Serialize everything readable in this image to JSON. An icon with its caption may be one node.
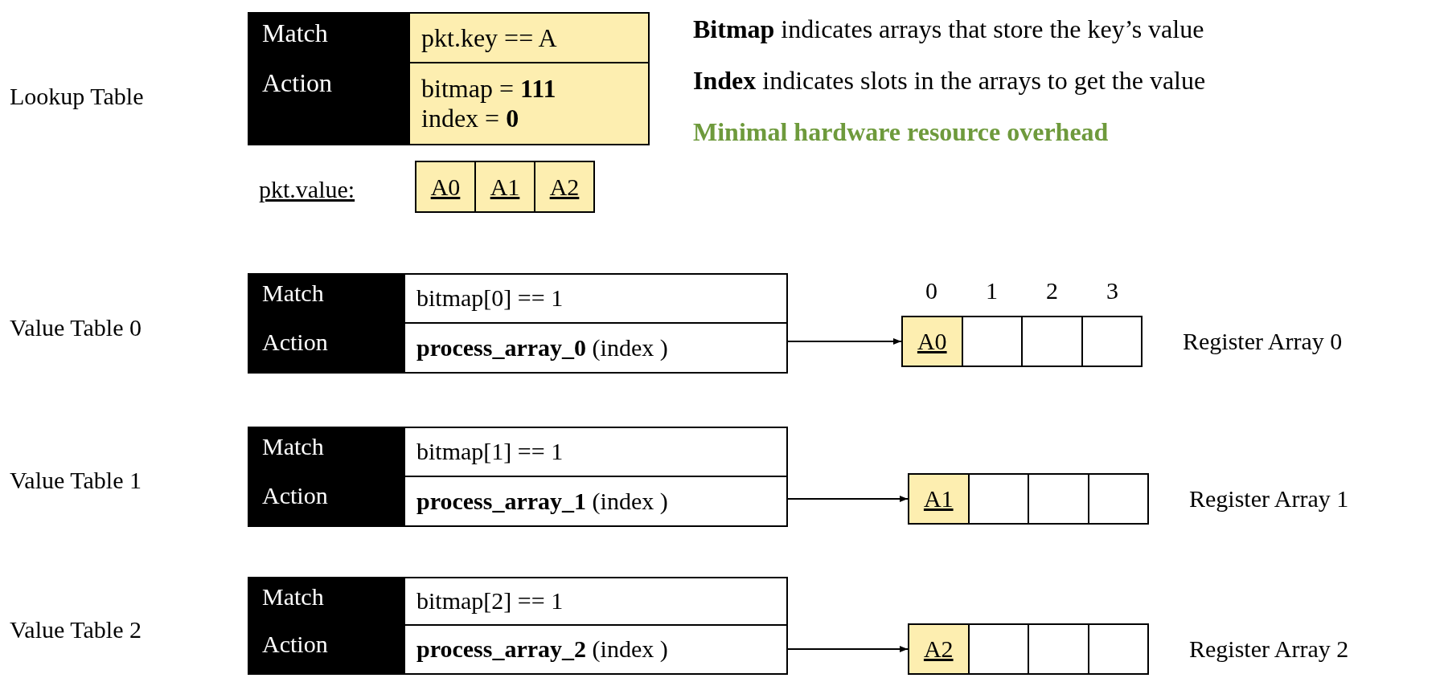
{
  "diagram": {
    "nodes": [
      {
        "text": [
          "Match",
          "pkt.key == A",
          "Action",
          "bitmap = **111**",
          "index = **0**"
        ]
      },
      {
        "text": [
          "A0",
          "A1",
          "A2"
        ]
      },
      {
        "text": [
          "Match",
          "bitmap[0] == 1",
          "Action",
          "**process_array_0** (index )"
        ]
      },
      {
        "text": [
          "A0"
        ],
        "beside": [
          "Register Array 0"
        ]
      },
      {
        "text": [
          "Match",
          "bitmap[1] == 1",
          "Action",
          "**process_array_1** (index )"
        ]
      },
      {
        "text": [
          "A1"
        ],
        "beside": [
          "Register Array 1"
        ]
      },
      {
        "text": [
          "Match",
          "bitmap[2] == 1",
          "Action",
          "**process_array_2** (index )"
        ]
      },
      {
        "text": [
          "A2"
        ],
        "beside": [
          "Register Array 2"
        ]
      }
    ],
    "edges": [
      {
        "from": 2,
        "to": 3,
        "arrow": "to"
      },
      {
        "from": 4,
        "to": 5,
        "arrow": "to"
      },
      {
        "from": 6,
        "to": 7,
        "arrow": "to"
      }
    ],
    "labels": [
      "**Bitmap** indicates arrays that store the key’s value",
      "Lookup Table",
      "**Index** indicates slots in the arrays to get the value",
      "Minimal hardware resource overhead",
      "pkt.value:",
      "0",
      "1",
      "2",
      "3",
      "Value Table 0",
      "Value Table 1",
      "Value Table 2"
    ]
  }
}
